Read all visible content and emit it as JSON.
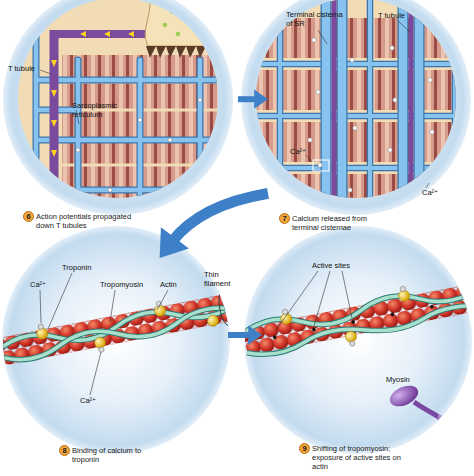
{
  "diagram": {
    "nodes": [
      {
        "text": [
          "Action potentials propagated down T tubules"
        ]
      },
      {
        "text": [
          "Calcium released from terminal cisternae"
        ]
      },
      {
        "text": [
          "Binding of calcium to troponin"
        ]
      },
      {
        "text": [
          "Shifting of tropomyosin; exposure of active sites on actin"
        ]
      }
    ],
    "edges": [
      {
        "from": 0,
        "to": 1,
        "arrow": "to"
      },
      {
        "from": 1,
        "to": 2,
        "arrow": "to"
      },
      {
        "from": 2,
        "to": 3,
        "arrow": "to"
      }
    ],
    "labels": [
      "T tubule",
      "Sarcoplasmic reticulum",
      "6",
      "Terminal cisterna of SR",
      "T tubule",
      "Ca²⁺",
      "Ca²⁺",
      "7",
      "Troponin",
      "Ca²⁺",
      "Tropomyosin",
      "Actin",
      "Thin filament",
      "Ca²⁺",
      "8",
      "Active sites",
      "Myosin",
      "9"
    ]
  }
}
